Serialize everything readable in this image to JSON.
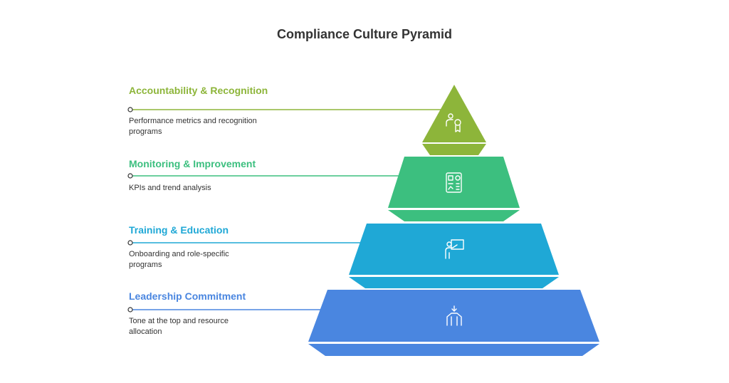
{
  "title": "Compliance Culture Pyramid",
  "tiers": [
    {
      "label": "Accountability & Recognition",
      "description": "Performance metrics and recognition programs",
      "color": "#8db53a",
      "icon": "award-person-icon"
    },
    {
      "label": "Monitoring & Improvement",
      "description": "KPIs and trend analysis",
      "color": "#3cbf7f",
      "icon": "dashboard-report-icon"
    },
    {
      "label": "Training & Education",
      "description": "Onboarding and role-specific programs",
      "color": "#1fa8d6",
      "icon": "presenter-board-icon"
    },
    {
      "label": "Leadership Commitment",
      "description": "Tone at the top and resource allocation",
      "color": "#4a86e0",
      "icon": "pillars-icon"
    }
  ]
}
